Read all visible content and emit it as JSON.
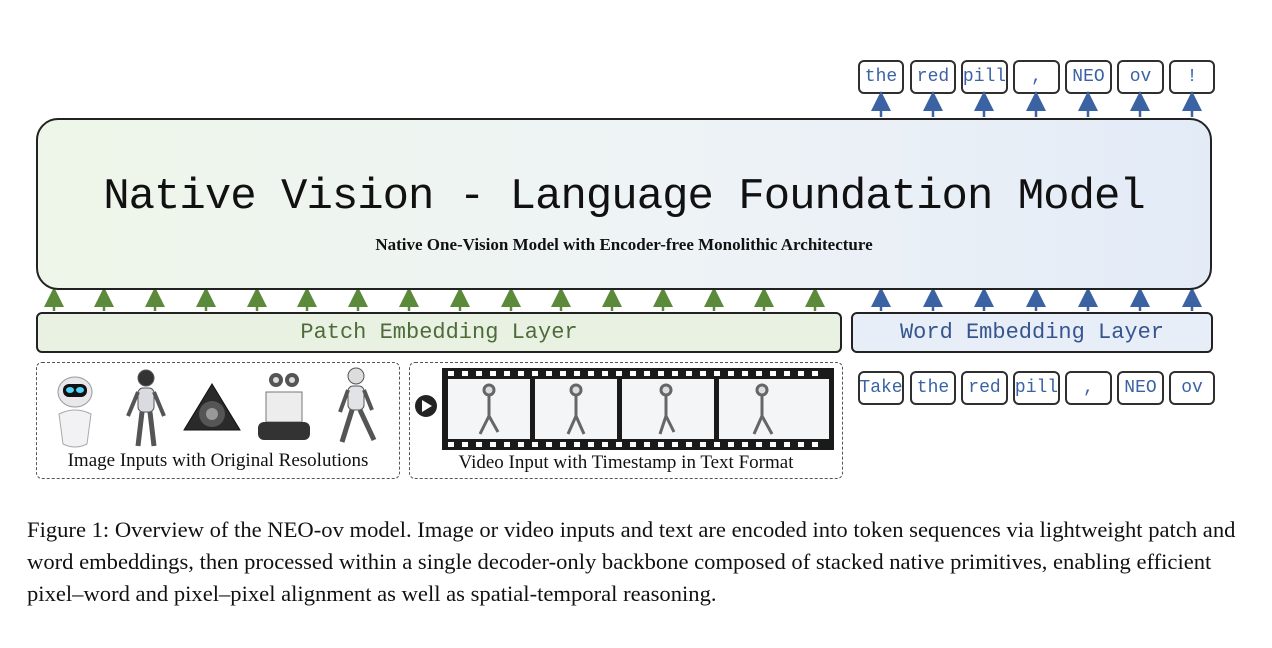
{
  "output_tokens": [
    "the",
    "red",
    "pill",
    ",",
    "NEO",
    "ov",
    "!"
  ],
  "input_tokens": [
    "Take",
    "the",
    "red",
    "pill",
    ",",
    "NEO",
    "ov"
  ],
  "model": {
    "title": "Native Vision - Language Foundation Model",
    "subtitle": "Native One-Vision Model with Encoder-free Monolithic Architecture"
  },
  "layers": {
    "patch": "Patch Embedding Layer",
    "word": "Word Embedding Layer"
  },
  "inputs": {
    "image_caption": "Image Inputs with Original Resolutions",
    "video_caption": "Video Input with Timestamp in Text Format"
  },
  "caption": "Figure 1: Overview of the NEO-ov model. Image or video inputs and text are encoded into token sequences via lightweight patch and word embeddings, then processed within a single decoder-only backbone composed of stacked native primitives, enabling efficient pixel–word and pixel–pixel alignment as well as spatial-temporal reasoning.",
  "colors": {
    "green_arrow": "#5b8a3a",
    "blue_arrow": "#3b63a3",
    "token_text": "#3b63a3"
  }
}
